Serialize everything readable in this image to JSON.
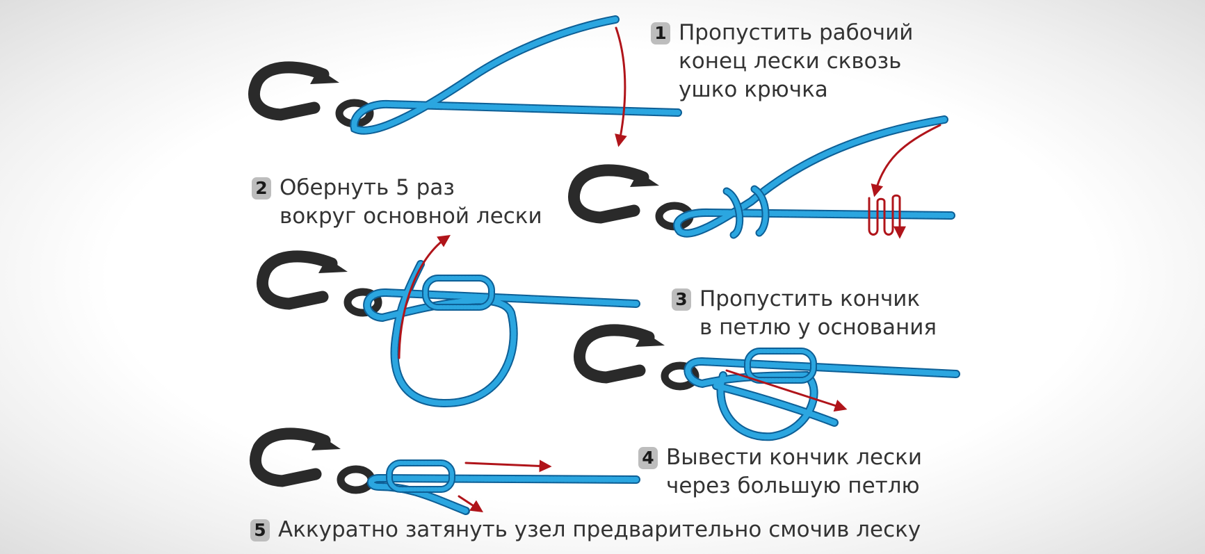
{
  "steps": [
    {
      "number": "1",
      "lines": [
        "Пропустить рабочий",
        "конец лески сквозь",
        "ушко крючка"
      ]
    },
    {
      "number": "2",
      "lines": [
        "Обернуть 5 раз",
        "вокруг основной лески"
      ]
    },
    {
      "number": "3",
      "lines": [
        "Пропустить кончик",
        "в петлю у основания"
      ]
    },
    {
      "number": "4",
      "lines": [
        "Вывести кончик лески",
        "через большую петлю"
      ]
    },
    {
      "number": "5",
      "lines": [
        "Аккуратно затянуть узел предварительно смочив леску"
      ]
    }
  ],
  "colors": {
    "line": "#2ba6e0",
    "line_dark": "#0d5f96",
    "hook": "#2a2a2a",
    "arrow": "#b0141a"
  },
  "icons": [
    "fishing-hook-icon",
    "fishing-line-icon",
    "direction-arrow-icon"
  ]
}
